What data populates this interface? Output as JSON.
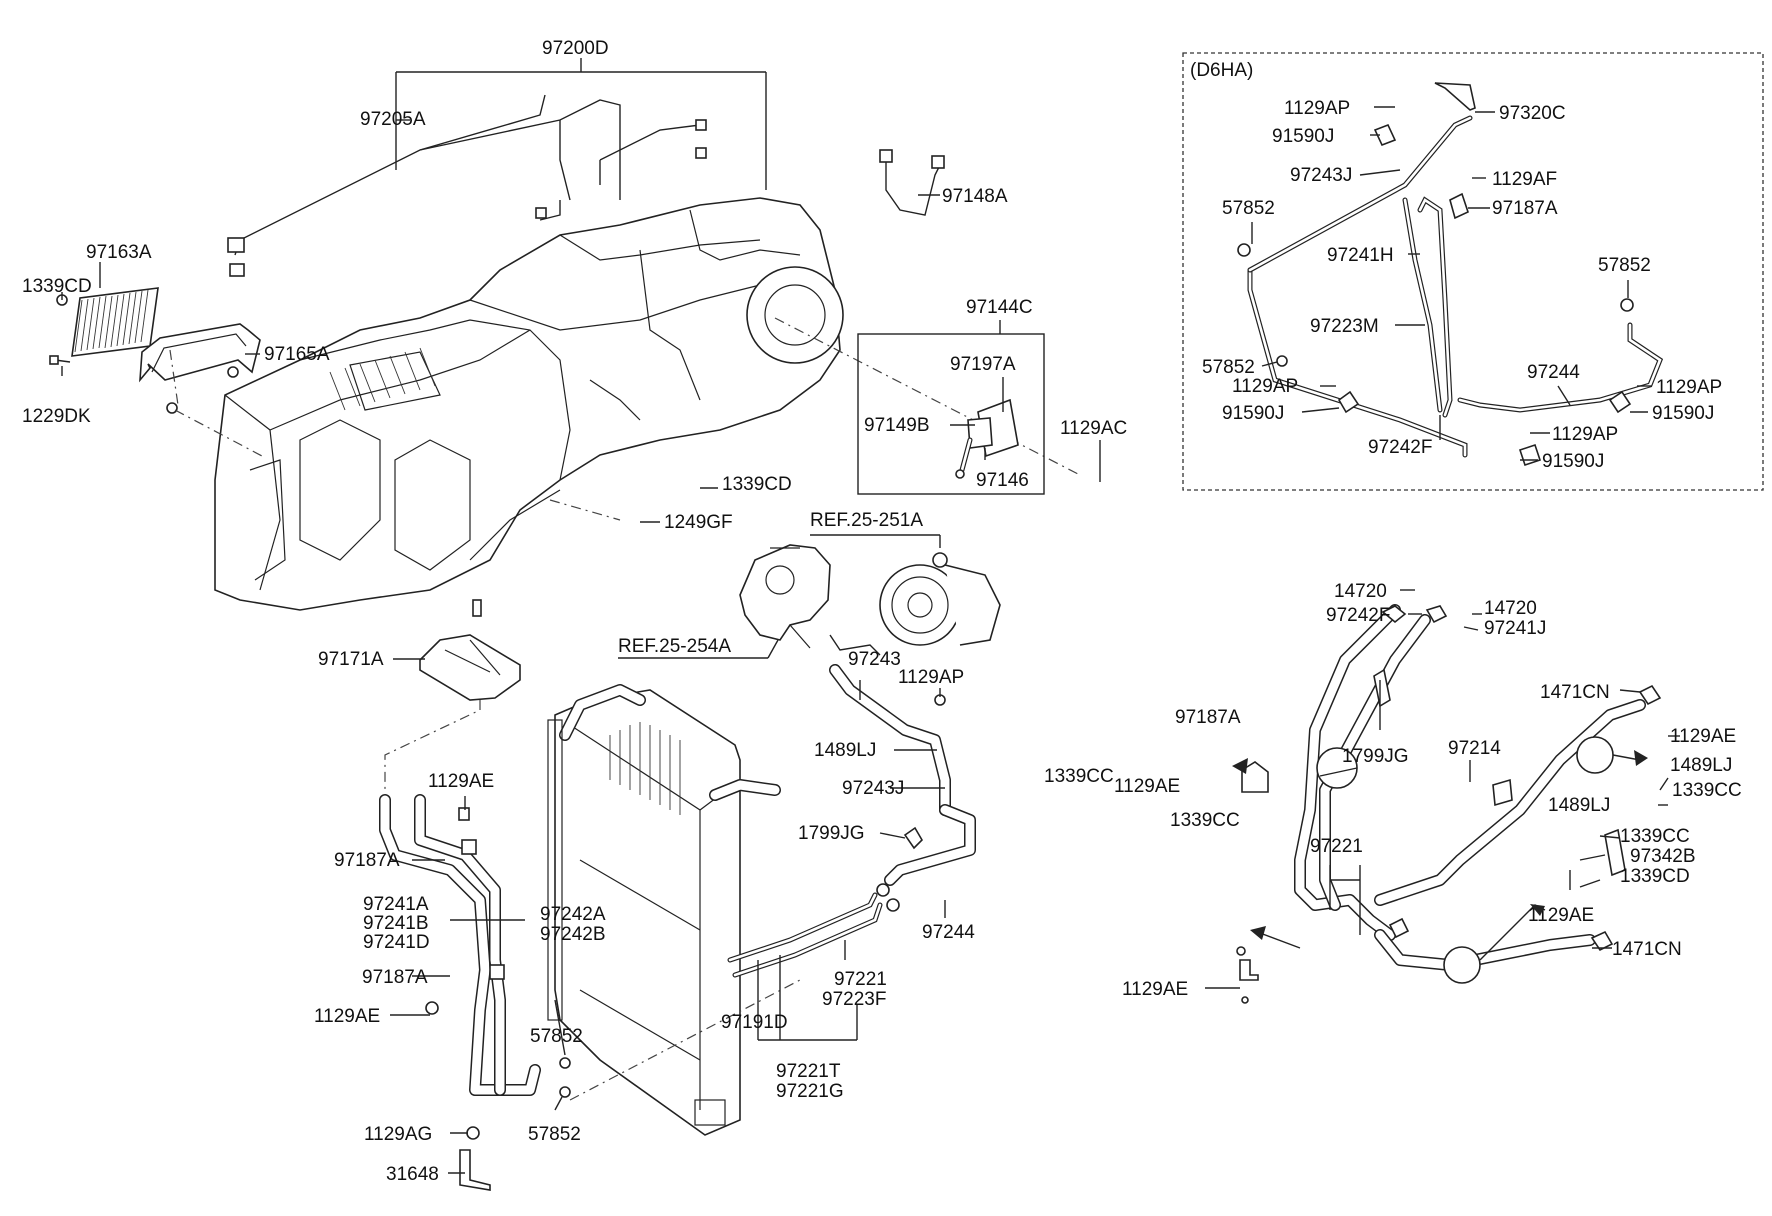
{
  "diagram": {
    "labels": {
      "l97200D": "97200D",
      "l97205A": "97205A",
      "l97148A": "97148A",
      "l97163A": "97163A",
      "l1339CD_a": "1339CD",
      "l97165A": "97165A",
      "l1229DK": "1229DK",
      "l97144C": "97144C",
      "l97197A": "97197A",
      "l97149B": "97149B",
      "l97146": "97146",
      "l1129AC": "1129AC",
      "l1339CD_b": "1339CD",
      "l1249GF": "1249GF",
      "lREF251A": "REF.25-251A",
      "lREF254A": "REF.25-254A",
      "l97171A": "97171A",
      "l97243": "97243",
      "l1129AP_a": "1129AP",
      "l1489LJ_a": "1489LJ",
      "l97243J_a": "97243J",
      "l1799JG_a": "1799JG",
      "l97244_a": "97244",
      "l1129AE_a": "1129AE",
      "l97187A_a": "97187A",
      "l97241A": "97241A",
      "l97241B": "97241B",
      "l97241D": "97241D",
      "l97242A": "97242A",
      "l97242B": "97242B",
      "l97187A_b": "97187A",
      "l1129AE_b": "1129AE",
      "l57852_a": "57852",
      "l57852_b": "57852",
      "l97221_a": "97221",
      "l97223F": "97223F",
      "l97191D": "97191D",
      "l97221T": "97221T",
      "l97221G": "97221G",
      "l1129AG": "1129AG",
      "l31648": "31648",
      "lD6HA": "(D6HA)",
      "l1129AP_b": "1129AP",
      "l97320C": "97320C",
      "l91590J_a": "91590J",
      "l97243J_b": "97243J",
      "l1129AF": "1129AF",
      "l57852_c": "57852",
      "l97187A_c": "97187A",
      "l97241H": "97241H",
      "l57852_d": "57852",
      "l97223M": "97223M",
      "l57852_e": "57852",
      "l97244_b": "97244",
      "l1129AP_c": "1129AP",
      "l1129AP_d": "1129AP",
      "l91590J_b": "91590J",
      "l91590J_c": "91590J",
      "l97242F_a": "97242F",
      "l1129AP_e": "1129AP",
      "l91590J_d": "91590J",
      "l14720_a": "14720",
      "l97242F_b": "97242F",
      "l14720_b": "14720",
      "l97241J": "97241J",
      "l1471CN_a": "1471CN",
      "l97187A_d": "97187A",
      "l1799JG_b": "1799JG",
      "l97214": "97214",
      "l1129AE_c": "1129AE",
      "l1339CC_a": "1339CC",
      "l1129AE_d": "1129AE",
      "l1489LJ_b": "1489LJ",
      "l1339CC_b": "1339CC",
      "l1339CC_c": "1339CC",
      "l1489LJ_c": "1489LJ",
      "l1339CC_d": "1339CC",
      "l97342B": "97342B",
      "l1339CD_c": "1339CD",
      "l97221_b": "97221",
      "l1129AE_e": "1129AE",
      "l1471CN_b": "1471CN",
      "l1129AE_f": "1129AE"
    }
  }
}
